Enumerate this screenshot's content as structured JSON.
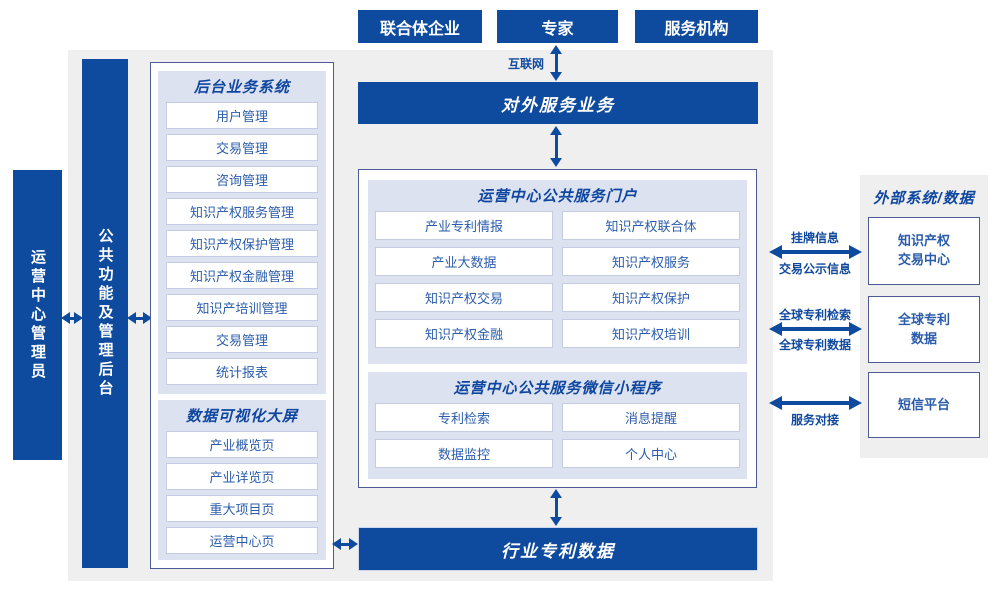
{
  "colors": {
    "primary_blue": "#0e4a9d",
    "panel_lavender": "#dde2f1",
    "page_gray": "#efefef",
    "outer_border": "#4e5a96",
    "node_border": "#c5cce2",
    "node_text": "#2b5cab"
  },
  "actors": {
    "enterprise": "联合体企业",
    "expert": "专家",
    "agency": "服务机构"
  },
  "internet": {
    "label": "互联网"
  },
  "left_rail": {
    "operator_admin": "运营中心管理员",
    "public_admin_platform": "公共功能及管理后台"
  },
  "backend": {
    "title": "后台业务系统",
    "items": [
      "用户管理",
      "交易管理",
      "咨询管理",
      "知识产权服务管理",
      "知识产权保护管理",
      "知识产权金融管理",
      "知识产培训管理",
      "交易管理",
      "统计报表"
    ]
  },
  "dashboard": {
    "title": "数据可视化大屏",
    "items": [
      "产业概览页",
      "产业详览页",
      "重大项目页",
      "运营中心页"
    ]
  },
  "bars": {
    "external_service": "对外服务业务",
    "industry_patent_data": "行业专利数据"
  },
  "portal": {
    "title": "运营中心公共服务门户",
    "items": [
      "产业专利情报",
      "知识产权联合体",
      "产业大数据",
      "知识产权服务",
      "知识产权交易",
      "知识产权保护",
      "知识产权金融",
      "知识产权培训"
    ]
  },
  "miniprogram": {
    "title": "运营中心公共服务微信小程序",
    "items": [
      "专利检索",
      "消息提醒",
      "数据监控",
      "个人中心"
    ]
  },
  "external_systems": {
    "title": "外部系统/数据",
    "items": [
      "知识产权\n交易中心",
      "全球专利\n数据",
      "短信平台"
    ]
  },
  "link_labels": {
    "listing_info": "挂牌信息",
    "trade_publicity": "交易公示信息",
    "global_patent_search": "全球专利检索",
    "global_patent_data": "全球专利数据",
    "service_integration": "服务对接"
  }
}
